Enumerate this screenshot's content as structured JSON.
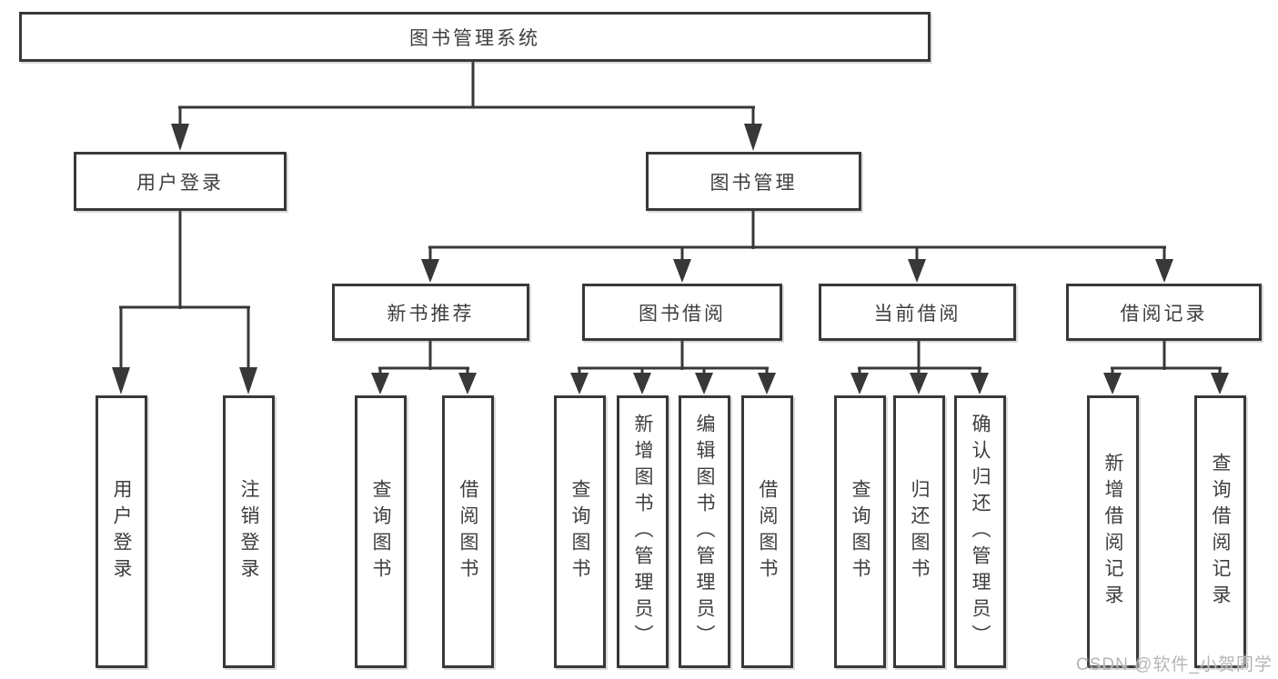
{
  "root": {
    "label": "图书管理系统"
  },
  "level1": [
    {
      "label": "用户登录",
      "children": [
        {
          "label": "用户登录"
        },
        {
          "label": "注销登录"
        }
      ]
    },
    {
      "label": "图书管理",
      "children": [
        {
          "label": "新书推荐",
          "children": [
            {
              "label": "查询图书"
            },
            {
              "label": "借阅图书"
            }
          ]
        },
        {
          "label": "图书借阅",
          "children": [
            {
              "label": "查询图书"
            },
            {
              "label": "新增图书（管理员）"
            },
            {
              "label": "编辑图书（管理员）"
            },
            {
              "label": "借阅图书"
            }
          ]
        },
        {
          "label": "当前借阅",
          "children": [
            {
              "label": "查询图书"
            },
            {
              "label": "归还图书"
            },
            {
              "label": "确认归还（管理员）"
            }
          ]
        },
        {
          "label": "借阅记录",
          "children": [
            {
              "label": "新增借阅记录"
            },
            {
              "label": "查询借阅记录"
            }
          ]
        }
      ]
    }
  ],
  "watermark": {
    "text": "CSDN @软件_小贺同学"
  },
  "colors": {
    "line": "#383838",
    "text": "#3e3e3e",
    "watermark": "#b5b5b5",
    "background": "#ffffff"
  }
}
